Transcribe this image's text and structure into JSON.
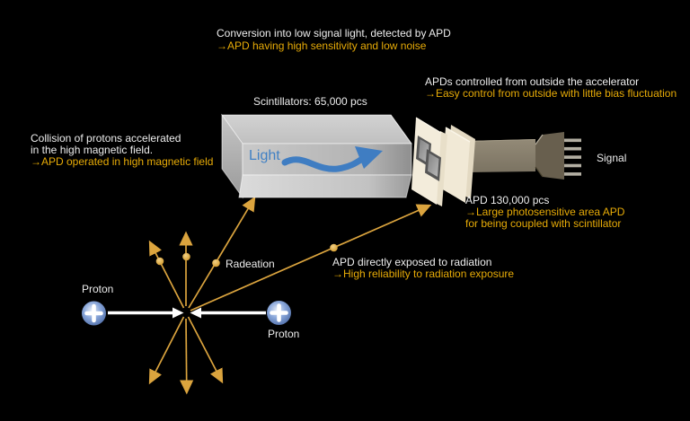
{
  "colors": {
    "background": "#000000",
    "text_white": "#ededed",
    "text_orange": "#e7ab07",
    "arrow_orange": "#dba43e",
    "light_blue": "#4080c4",
    "proton_blue": "#4b6cae",
    "scintillator_gray": "#c6c6c6",
    "apd_cream": "#f3ecdb",
    "cable_brown": "#8a8170"
  },
  "annotations": {
    "conversion": {
      "line1": "Conversion into low signal light, detected by APD",
      "line2": "→APD having high sensitivity and low noise"
    },
    "apds_control": {
      "line1": "APDs controlled from outside the accelerator",
      "line2": "→Easy control from outside with little bias fluctuation"
    },
    "collision": {
      "line1": "Collision of protons accelerated",
      "line2": "in the high magnetic field.",
      "line3": "→APD operated in high magnetic field"
    },
    "apd_count": {
      "line1": "APD 130,000 pcs",
      "line2": "→Large photosensitive area APD",
      "line3": "for being coupled with scintillator"
    },
    "exposure": {
      "line1": "APD directly exposed to radiation",
      "line2": "→High reliability to radiation exposure"
    }
  },
  "labels": {
    "scintillators": "Scintillators: 65,000 pcs",
    "light": "Light",
    "signal": "Signal",
    "radiation": "Radeation",
    "proton_left": "Proton",
    "proton_right": "Proton"
  }
}
